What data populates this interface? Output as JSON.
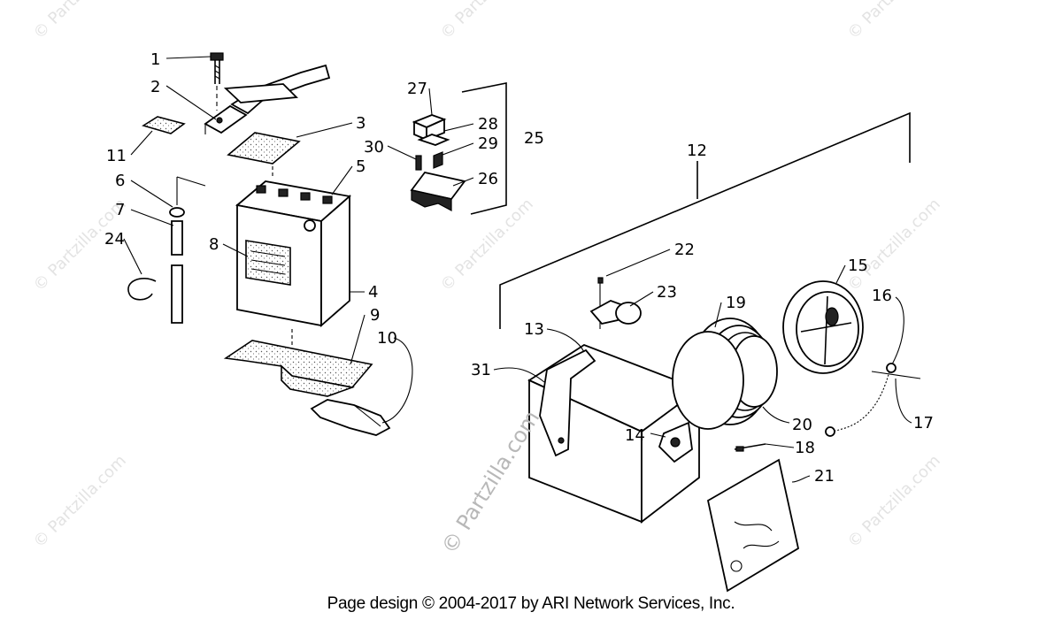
{
  "watermark": {
    "small_text": "© Partzilla.com",
    "large_text": "© Partzilla.com"
  },
  "callouts": {
    "c1": "1",
    "c2": "2",
    "c3": "3",
    "c4": "4",
    "c5": "5",
    "c6": "6",
    "c7": "7",
    "c8": "8",
    "c9": "9",
    "c10": "10",
    "c11": "11",
    "c12": "12",
    "c13": "13",
    "c14": "14",
    "c15": "15",
    "c16": "16",
    "c17": "17",
    "c18": "18",
    "c19": "19",
    "c20": "20",
    "c21": "21",
    "c22": "22",
    "c23": "23",
    "c24": "24",
    "c25": "25",
    "c26": "26",
    "c27": "27",
    "c28": "28",
    "c29": "29",
    "c30": "30",
    "c31": "31"
  },
  "footer": {
    "copyright": "Page design © 2004-2017 by ARI Network Services, Inc."
  }
}
